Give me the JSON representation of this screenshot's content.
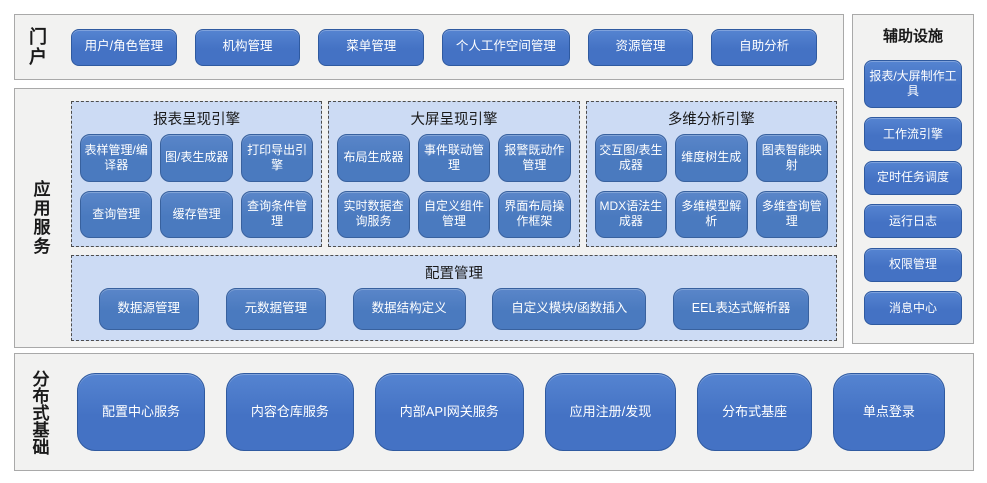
{
  "colors": {
    "button_blue": "#4472c4",
    "button_blue_dark": "#2f5aa0",
    "engine_btn_blue": "#4a7abf",
    "engine_bg": "#ccdbf4",
    "panel_bg": "#f2f2f1",
    "panel_border": "#a9a9a9",
    "dash_border": "#4d4d4d"
  },
  "portal": {
    "label": "门户",
    "buttons": [
      "用户/角色管理",
      "机构管理",
      "菜单管理",
      "个人工作空间管理",
      "资源管理",
      "自助分析"
    ]
  },
  "app_services": {
    "label": "应用服务",
    "engines": [
      {
        "title": "报表呈现引擎",
        "buttons": [
          "表样管理/编译器",
          "图/表生成器",
          "打印导出引擎",
          "查询管理",
          "缓存管理",
          "查询条件管理"
        ]
      },
      {
        "title": "大屏呈现引擎",
        "buttons": [
          "布局生成器",
          "事件联动管理",
          "报警既动作管理",
          "实时数据查询服务",
          "自定义组件管理",
          "界面布局操作框架"
        ]
      },
      {
        "title": "多维分析引擎",
        "buttons": [
          "交互图/表生成器",
          "维度树生成",
          "图表智能映射",
          "MDX语法生成器",
          "多维模型解析",
          "多维查询管理"
        ]
      }
    ],
    "config": {
      "title": "配置管理",
      "buttons": [
        "数据源管理",
        "元数据管理",
        "数据结构定义",
        "自定义模块/函数插入",
        "EEL表达式解析器"
      ]
    }
  },
  "aux": {
    "title": "辅助设施",
    "buttons": [
      "报表/大屏制作工具",
      "工作流引擎",
      "定时任务调度",
      "运行日志",
      "权限管理",
      "消息中心"
    ]
  },
  "distributed": {
    "label": "分布式基础",
    "buttons": [
      "配置中心服务",
      "内容仓库服务",
      "内部API网关服务",
      "应用注册/发现",
      "分布式基座",
      "单点登录"
    ]
  }
}
